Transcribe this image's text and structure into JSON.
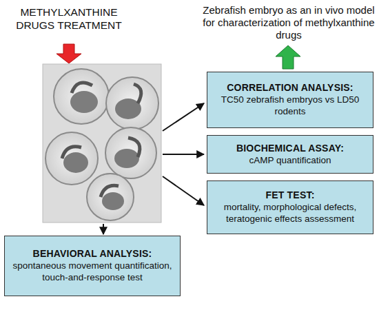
{
  "diagram": {
    "nodes": [
      {
        "text": [
          "CORRELATION ANALYSIS:",
          "TC50 zebrafish embryos vs LD50 rodents"
        ]
      },
      {
        "text": [
          "BIOCHEMICAL ASSAY:",
          "cAMP quantification"
        ]
      },
      {
        "text": [
          "FET TEST:",
          "mortality, morphological defects, teratogenic effects assessment"
        ]
      },
      {
        "text": [
          "BEHAVIORAL ANALYSIS:",
          "spontaneous movement quantification, touch-and-response test"
        ]
      }
    ],
    "labels": [
      "METHYLXANTHINE DRUGS TREATMENT",
      "Zebrafish embryo as an in vivo model for characterization of methylxanthine drugs"
    ]
  }
}
